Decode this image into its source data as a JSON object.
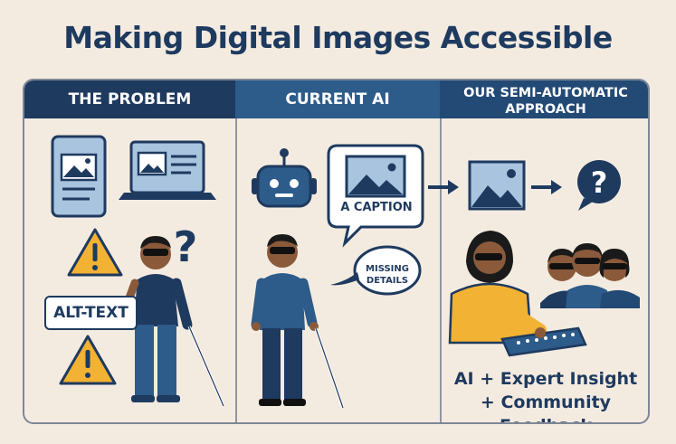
{
  "title": "Making Digital Images Accessible",
  "columns": [
    {
      "heading": "THE PROBLEM"
    },
    {
      "heading": "CURRENT AI"
    },
    {
      "heading": "OUR SEMI-AUTOMATIC APPROACH"
    }
  ],
  "problem": {
    "alt_label": "ALT-TEXT"
  },
  "current_ai": {
    "caption": "A CAPTION",
    "missing": "MISSING DETAILS"
  },
  "approach": {
    "line1": "AI + Expert Insight",
    "line2": "+ Community Feedback"
  },
  "colors": {
    "navy": "#1e3a5f",
    "blue": "#2d5b8a",
    "light_blue": "#a9c4df",
    "warning_yellow": "#f2b233",
    "background": "#f4ebe0"
  },
  "icons": [
    "tablet-icon",
    "laptop-icon",
    "warning-icon",
    "question-icon",
    "robot-icon",
    "image-icon",
    "arrow-right-icon",
    "speech-bubble-icon"
  ]
}
